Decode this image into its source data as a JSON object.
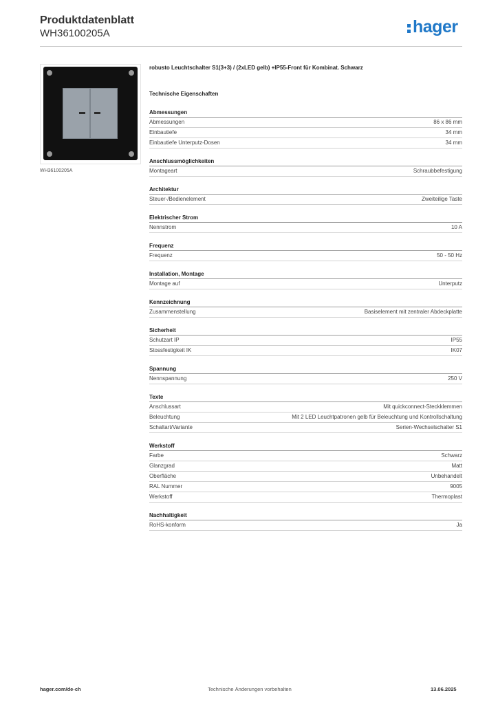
{
  "header": {
    "title": "Produktdatenblatt",
    "article_number": "WH36100205A",
    "logo_text": "hager"
  },
  "image": {
    "caption": "WH36100205A"
  },
  "product": {
    "description": "robusto Leuchtschalter S1(3+3) / (2xLED gelb) +IP55-Front für Kombinat. Schwarz",
    "tech_title": "Technische Eigenschaften"
  },
  "sections": [
    {
      "title": "Abmessungen",
      "rows": [
        {
          "label": "Abmessungen",
          "value": "86 x 86 mm"
        },
        {
          "label": "Einbautiefe",
          "value": "34 mm"
        },
        {
          "label": "Einbautiefe Unterputz-Dosen",
          "value": "34 mm"
        }
      ]
    },
    {
      "title": "Anschlussmöglichkeiten",
      "rows": [
        {
          "label": "Montageart",
          "value": "Schraubbefestigung"
        }
      ]
    },
    {
      "title": "Architektur",
      "rows": [
        {
          "label": "Steuer-/Bedienelement",
          "value": "Zweiteilige Taste"
        }
      ]
    },
    {
      "title": "Elektrischer Strom",
      "rows": [
        {
          "label": "Nennstrom",
          "value": "10 A"
        }
      ]
    },
    {
      "title": "Frequenz",
      "rows": [
        {
          "label": "Frequenz",
          "value": "50 - 50 Hz"
        }
      ]
    },
    {
      "title": "Installation, Montage",
      "rows": [
        {
          "label": "Montage auf",
          "value": "Unterputz"
        }
      ]
    },
    {
      "title": "Kennzeichnung",
      "rows": [
        {
          "label": "Zusammenstellung",
          "value": "Basiselement mit zentraler Abdeckplatte"
        }
      ]
    },
    {
      "title": "Sicherheit",
      "rows": [
        {
          "label": "Schutzart IP",
          "value": "IP55"
        },
        {
          "label": "Stossfestigkeit IK",
          "value": "IK07"
        }
      ]
    },
    {
      "title": "Spannung",
      "rows": [
        {
          "label": "Nennspannung",
          "value": "250 V"
        }
      ]
    },
    {
      "title": "Texte",
      "rows": [
        {
          "label": "Anschlussart",
          "value": "Mit quickconnect-Steckklemmen"
        },
        {
          "label": "Beleuchtung",
          "value": "Mit 2 LED Leuchtpatronen gelb für Beleuchtung und Kontrollschaltung"
        },
        {
          "label": "Schaltart/Variante",
          "value": "Serien-Wechselschalter S1"
        }
      ]
    },
    {
      "title": "Werkstoff",
      "rows": [
        {
          "label": "Farbe",
          "value": "Schwarz"
        },
        {
          "label": "Glanzgrad",
          "value": "Matt"
        },
        {
          "label": "Oberfläche",
          "value": "Unbehandelt"
        },
        {
          "label": "RAL Nummer",
          "value": "9005"
        },
        {
          "label": "Werkstoff",
          "value": "Thermoplast"
        }
      ]
    },
    {
      "title": "Nachhaltigkeit",
      "rows": [
        {
          "label": "RoHS-konform",
          "value": "Ja"
        }
      ]
    }
  ],
  "footer": {
    "website": "hager.com/de-ch",
    "notice": "Technische Änderungen vorbehalten",
    "date": "13.06.2025"
  },
  "colors": {
    "brand": "#1f78c8",
    "switch_plate": "#111111",
    "rocker": "#9aa2aa"
  }
}
